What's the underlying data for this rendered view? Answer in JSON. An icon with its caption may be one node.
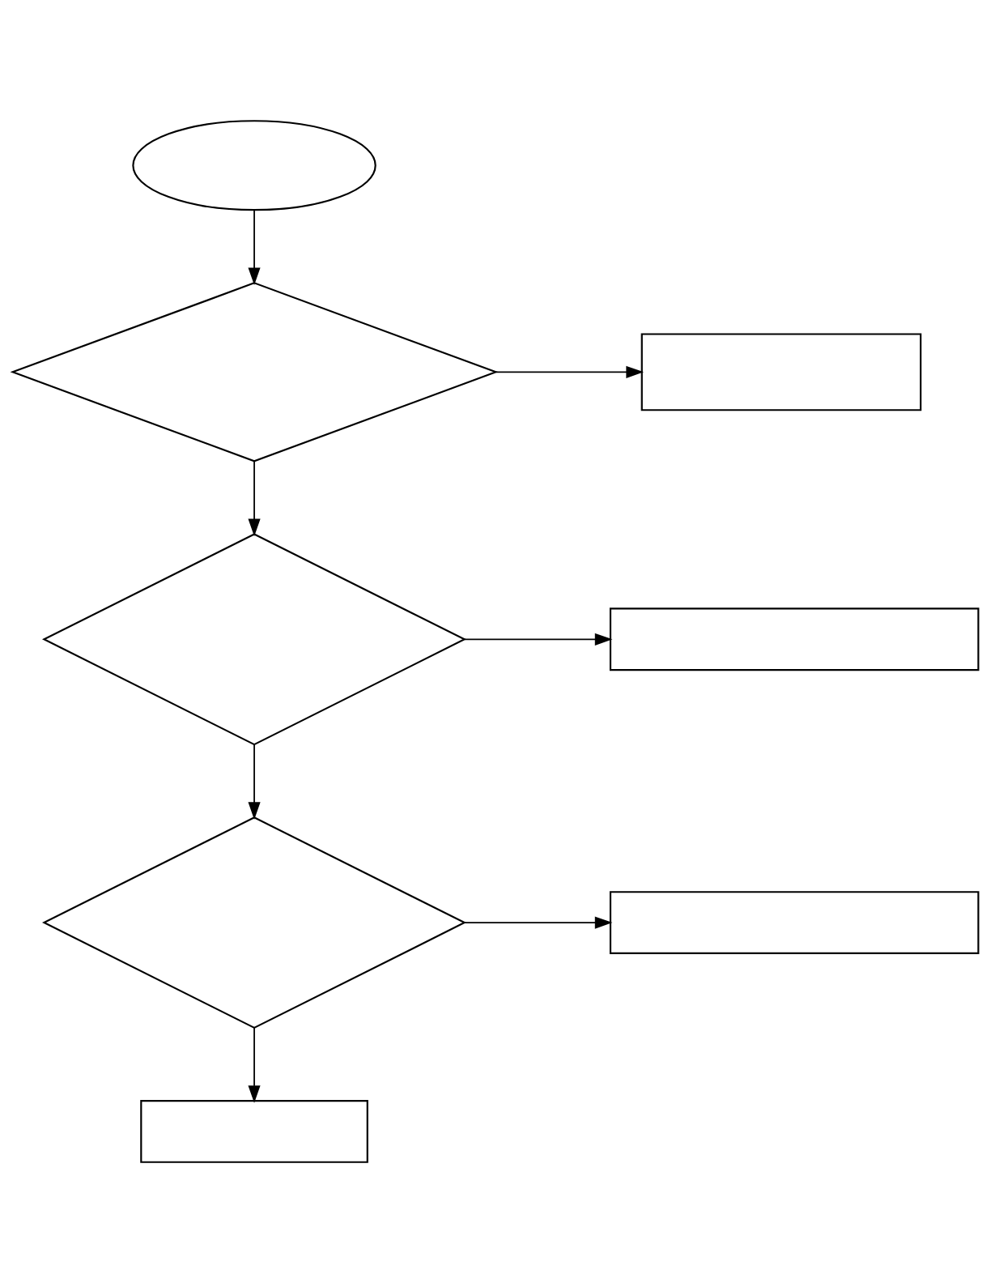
{
  "diagram": {
    "nodes": [
      {
        "text": [],
        "shape": "ellipse"
      },
      {
        "text": [],
        "shape": "diamond"
      },
      {
        "text": [],
        "shape": "box"
      },
      {
        "text": [],
        "shape": "diamond"
      },
      {
        "text": [],
        "shape": "box"
      },
      {
        "text": [],
        "shape": "diamond"
      },
      {
        "text": [],
        "shape": "box"
      },
      {
        "text": [],
        "shape": "box"
      }
    ],
    "edges": [
      {
        "from": 0,
        "to": 1,
        "arrow": "to"
      },
      {
        "from": 1,
        "to": 2,
        "arrow": "to"
      },
      {
        "from": 1,
        "to": 3,
        "arrow": "to"
      },
      {
        "from": 3,
        "to": 4,
        "arrow": "to"
      },
      {
        "from": 3,
        "to": 5,
        "arrow": "to"
      },
      {
        "from": 5,
        "to": 6,
        "arrow": "to"
      },
      {
        "from": 5,
        "to": 7,
        "arrow": "to"
      }
    ]
  }
}
